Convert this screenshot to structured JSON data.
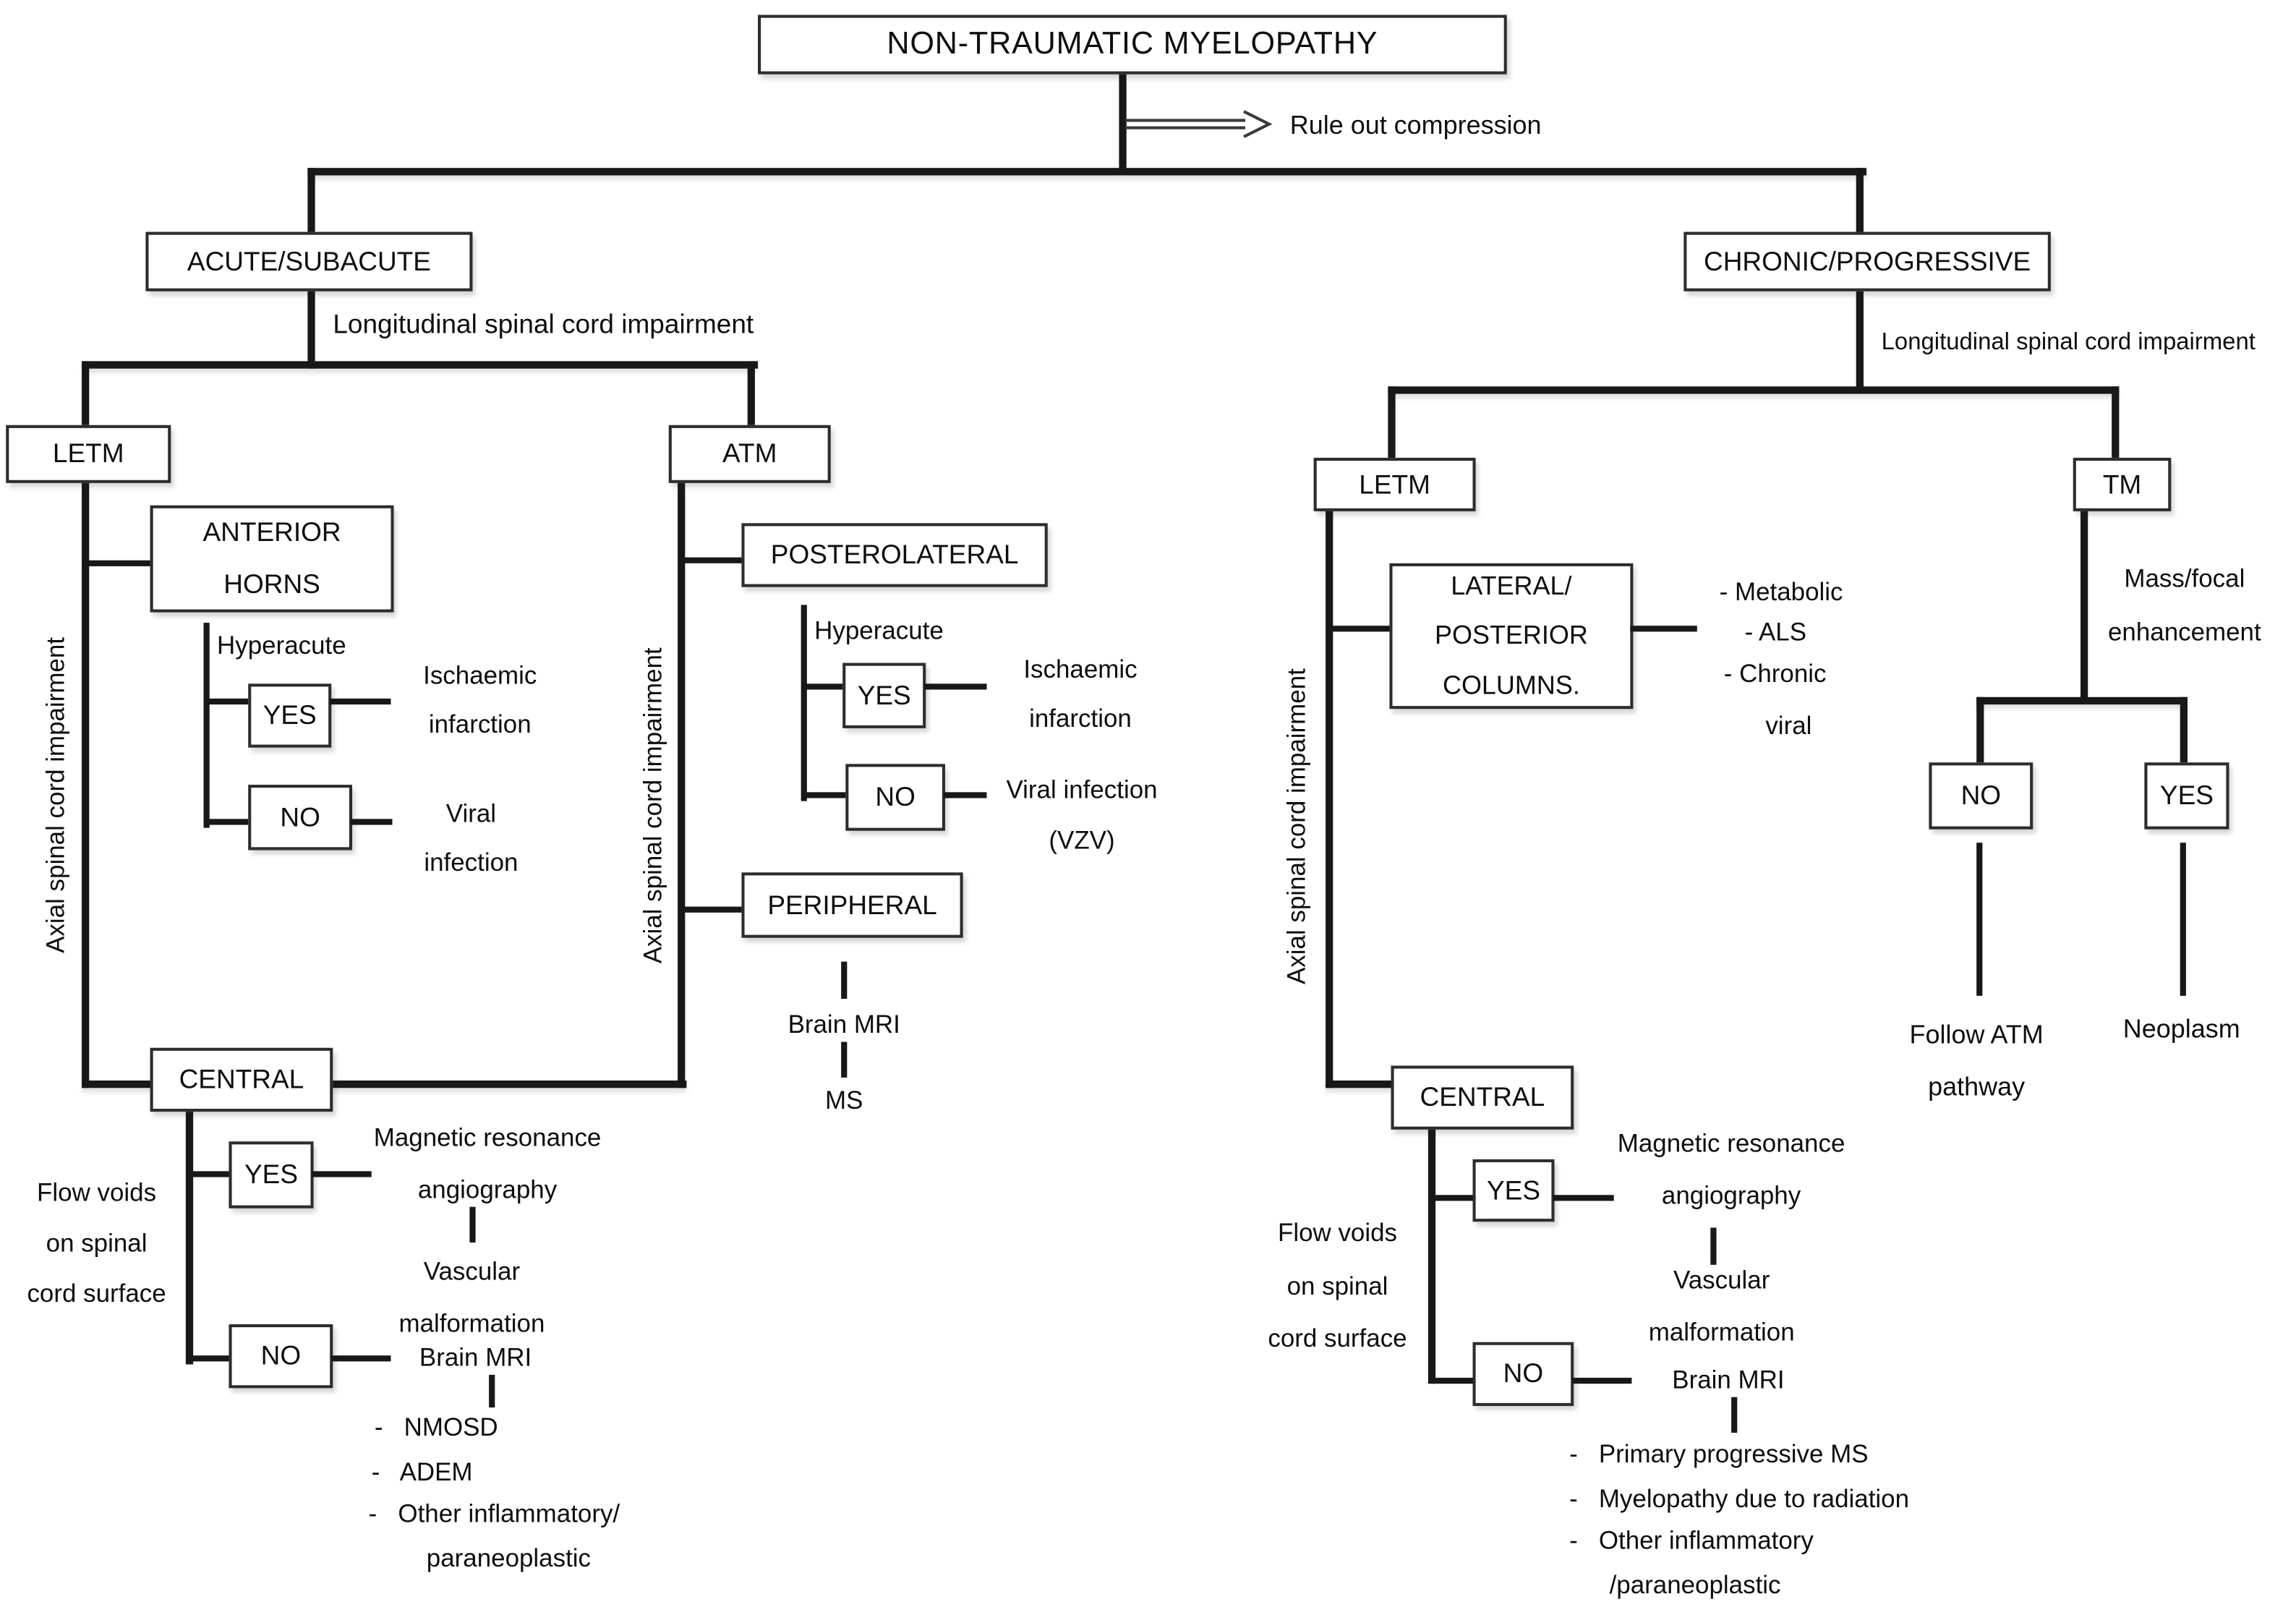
{
  "meta": {
    "background": "#ffffff",
    "line_color": "#181818",
    "text_color": "#0e0e0e"
  },
  "root": {
    "title": "NON-TRAUMATIC MYELOPATHY",
    "rule_out": "Rule out compression"
  },
  "acute": {
    "header": "ACUTE/SUBACUTE",
    "longitudinal": "Longitudinal spinal cord impairment",
    "letm": {
      "label": "LETM",
      "axial": "Axial spinal cord impairment",
      "anterior_horns": "ANTERIOR\nHORNS",
      "hyperacute": "Hyperacute",
      "yes": "YES",
      "no": "NO",
      "ischaemic": "Ischaemic\ninfarction",
      "viral": "Viral\ninfection",
      "central": "CENTRAL",
      "flow_voids": "Flow voids\non spinal\ncord surface",
      "central_yes": "YES",
      "central_no": "NO",
      "mra": "Magnetic resonance\nangiography",
      "vascular": "Vascular\nmalformation",
      "brain_mri": "Brain MRI",
      "ddx": [
        "-   NMOSD",
        "-   ADEM",
        "-   Other inflammatory/",
        "paraneoplastic"
      ]
    },
    "atm": {
      "label": "ATM",
      "axial": "Axial spinal cord impairment",
      "posterolateral": "POSTEROLATERAL",
      "hyperacute": "Hyperacute",
      "yes": "YES",
      "no": "NO",
      "ischaemic": "Ischaemic\ninfarction",
      "viral": "Viral infection\n(VZV)",
      "peripheral": "PERIPHERAL",
      "brain_mri": "Brain MRI",
      "ms": "MS"
    }
  },
  "chronic": {
    "header": "CHRONIC/PROGRESSIVE",
    "longitudinal": "Longitudinal spinal cord impairment",
    "letm": {
      "label": "LETM",
      "axial": "Axial spinal cord impairment",
      "columns": "LATERAL/\nPOSTERIOR\nCOLUMNS.",
      "columns_ddx": [
        "- Metabolic",
        "- ALS",
        "- Chronic",
        "viral"
      ],
      "central": "CENTRAL",
      "flow_voids": "Flow voids\non spinal\ncord surface",
      "central_yes": "YES",
      "central_no": "NO",
      "mra": "Magnetic resonance\nangiography",
      "vascular": "Vascular\nmalformation",
      "brain_mri": "Brain MRI",
      "ddx": [
        "-   Primary progressive MS",
        "-   Myelopathy due to radiation",
        "-   Other inflammatory",
        "/paraneoplastic"
      ]
    },
    "tm": {
      "label": "TM",
      "question": "Mass/focal\nenhancement",
      "no": "NO",
      "yes": "YES",
      "follow": "Follow ATM\npathway",
      "neoplasm": "Neoplasm"
    }
  }
}
